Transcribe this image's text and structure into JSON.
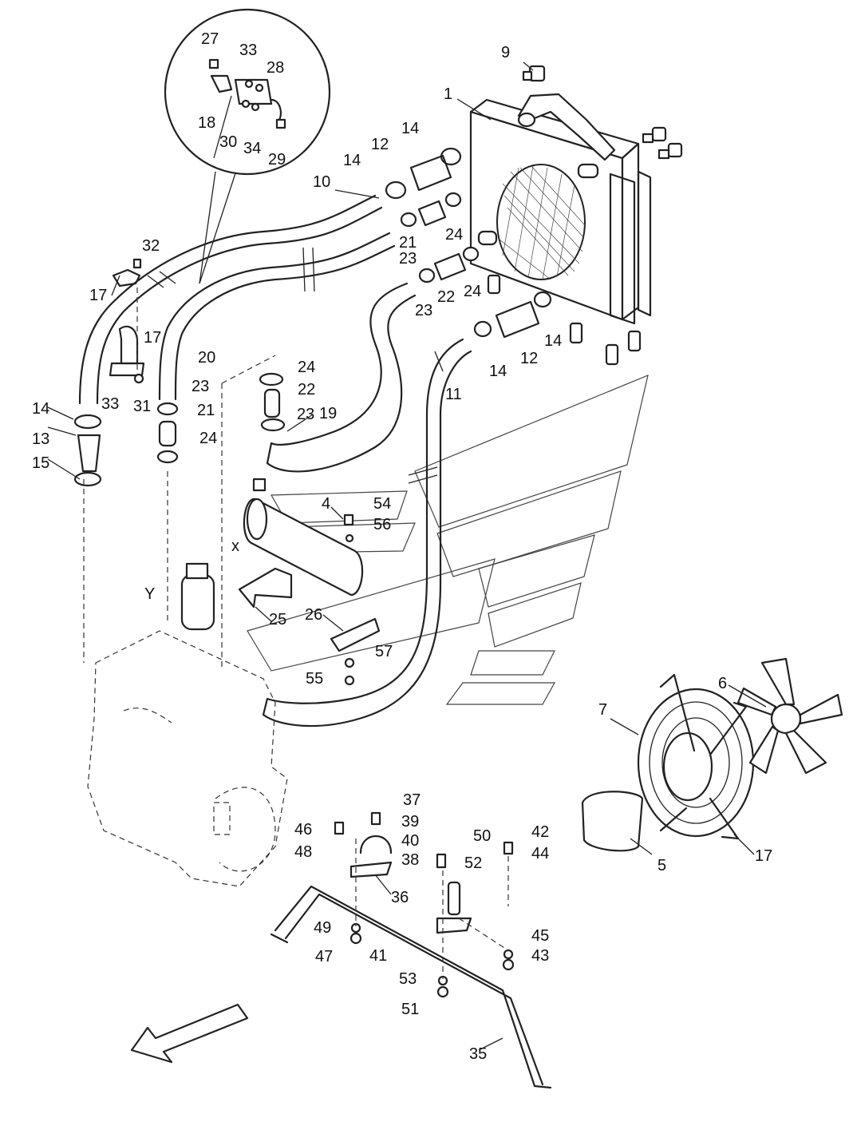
{
  "callouts": [
    {
      "id": "c1",
      "text": "1"
    },
    {
      "id": "c4",
      "text": "4"
    },
    {
      "id": "c5",
      "text": "5"
    },
    {
      "id": "c6",
      "text": "6"
    },
    {
      "id": "c7",
      "text": "7"
    },
    {
      "id": "c9",
      "text": "9"
    },
    {
      "id": "c10",
      "text": "10"
    },
    {
      "id": "c11",
      "text": "11"
    },
    {
      "id": "c12a",
      "text": "12"
    },
    {
      "id": "c12b",
      "text": "12"
    },
    {
      "id": "c13",
      "text": "13"
    },
    {
      "id": "c14a",
      "text": "14"
    },
    {
      "id": "c14b",
      "text": "14"
    },
    {
      "id": "c14c",
      "text": "14"
    },
    {
      "id": "c14d",
      "text": "14"
    },
    {
      "id": "c14e",
      "text": "14"
    },
    {
      "id": "c15",
      "text": "15"
    },
    {
      "id": "c17a",
      "text": "17"
    },
    {
      "id": "c17b",
      "text": "17"
    },
    {
      "id": "c17c",
      "text": "17"
    },
    {
      "id": "c18",
      "text": "18"
    },
    {
      "id": "c19",
      "text": "19"
    },
    {
      "id": "c20",
      "text": "20"
    },
    {
      "id": "c21a",
      "text": "21"
    },
    {
      "id": "c21b",
      "text": "21"
    },
    {
      "id": "c22a",
      "text": "22"
    },
    {
      "id": "c22b",
      "text": "22"
    },
    {
      "id": "c23a",
      "text": "23"
    },
    {
      "id": "c23b",
      "text": "23"
    },
    {
      "id": "c23c",
      "text": "23"
    },
    {
      "id": "c23d",
      "text": "23"
    },
    {
      "id": "c24a",
      "text": "24"
    },
    {
      "id": "c24b",
      "text": "24"
    },
    {
      "id": "c24c",
      "text": "24"
    },
    {
      "id": "c24d",
      "text": "24"
    },
    {
      "id": "c25",
      "text": "25"
    },
    {
      "id": "c26",
      "text": "26"
    },
    {
      "id": "c27",
      "text": "27"
    },
    {
      "id": "c28",
      "text": "28"
    },
    {
      "id": "c29",
      "text": "29"
    },
    {
      "id": "c30",
      "text": "30"
    },
    {
      "id": "c31",
      "text": "31"
    },
    {
      "id": "c32",
      "text": "32"
    },
    {
      "id": "c33a",
      "text": "33"
    },
    {
      "id": "c33b",
      "text": "33"
    },
    {
      "id": "c34",
      "text": "34"
    },
    {
      "id": "c35",
      "text": "35"
    },
    {
      "id": "c36",
      "text": "36"
    },
    {
      "id": "c37",
      "text": "37"
    },
    {
      "id": "c38",
      "text": "38"
    },
    {
      "id": "c39",
      "text": "39"
    },
    {
      "id": "c40",
      "text": "40"
    },
    {
      "id": "c41",
      "text": "41"
    },
    {
      "id": "c42",
      "text": "42"
    },
    {
      "id": "c43",
      "text": "43"
    },
    {
      "id": "c44",
      "text": "44"
    },
    {
      "id": "c45",
      "text": "45"
    },
    {
      "id": "c46",
      "text": "46"
    },
    {
      "id": "c47",
      "text": "47"
    },
    {
      "id": "c48",
      "text": "48"
    },
    {
      "id": "c49",
      "text": "49"
    },
    {
      "id": "c50",
      "text": "50"
    },
    {
      "id": "c51",
      "text": "51"
    },
    {
      "id": "c52",
      "text": "52"
    },
    {
      "id": "c53",
      "text": "53"
    },
    {
      "id": "c54",
      "text": "54"
    },
    {
      "id": "c55",
      "text": "55"
    },
    {
      "id": "c56",
      "text": "56"
    },
    {
      "id": "c57",
      "text": "57"
    },
    {
      "id": "cX",
      "text": "x"
    },
    {
      "id": "cY",
      "text": "Y"
    }
  ]
}
